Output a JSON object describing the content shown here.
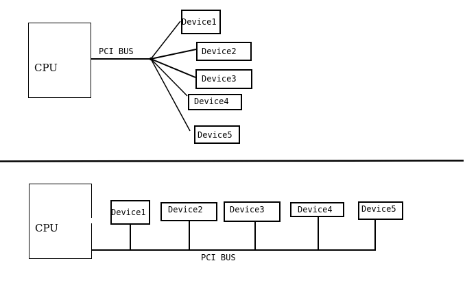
{
  "diagram": {
    "colors": {
      "stroke": "#000000",
      "background": "#ffffff"
    },
    "top": {
      "topology": "star",
      "cpu_label": "CPU",
      "bus_label": "PCI BUS",
      "devices": [
        {
          "label": "Device1"
        },
        {
          "label": "Device2"
        },
        {
          "label": "Device3"
        },
        {
          "label": "Device4"
        },
        {
          "label": "Device5"
        }
      ]
    },
    "bottom": {
      "topology": "shared-bus",
      "cpu_label": "CPU",
      "bus_label": "PCI BUS",
      "devices": [
        {
          "label": "Device1"
        },
        {
          "label": "Device2"
        },
        {
          "label": "Device3"
        },
        {
          "label": "Device4"
        },
        {
          "label": "Device5"
        }
      ]
    }
  }
}
